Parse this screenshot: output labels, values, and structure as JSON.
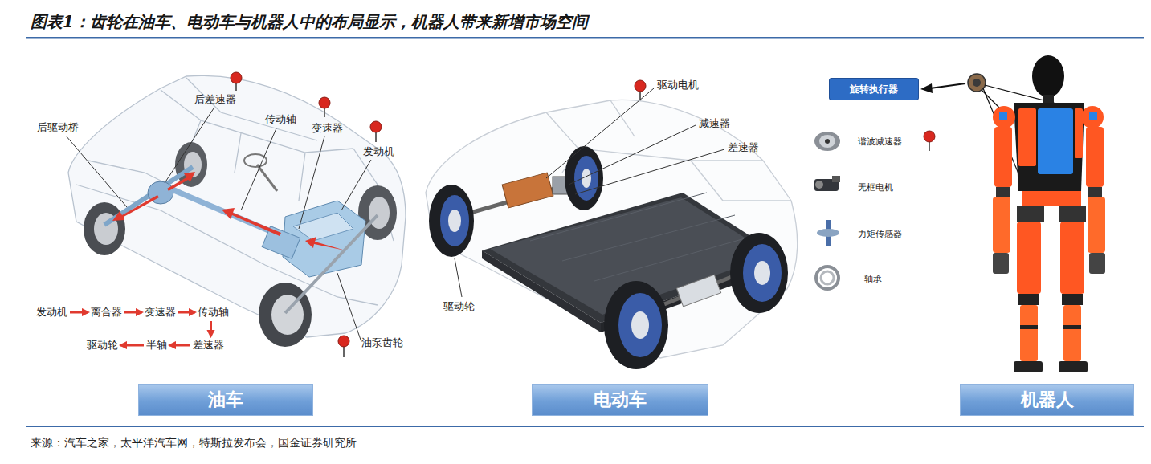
{
  "diagram": {
    "title": "图表1：齿轮在油车、电动车与机器人中的布局显示，机器人带来新增市场空间",
    "caption": "来源：汽车之家，太平洋汽车网，特斯拉发布会，国金证券研究所",
    "nodes": [
      {
        "text": [
          "发动机"
        ]
      },
      {
        "text": [
          "离合器"
        ]
      },
      {
        "text": [
          "变速器"
        ]
      },
      {
        "text": [
          "传动轴"
        ]
      },
      {
        "text": [
          "驱动轮"
        ]
      },
      {
        "text": [
          "半轴"
        ]
      },
      {
        "text": [
          "差速器"
        ]
      },
      {
        "text": [
          "旋转执行器"
        ]
      },
      {
        "text": [
          "油车"
        ]
      },
      {
        "text": [
          "电动车"
        ]
      },
      {
        "text": [
          "机器人"
        ]
      }
    ],
    "edges": [
      {
        "from": 0,
        "to": 1,
        "arrow": "to"
      },
      {
        "from": 1,
        "to": 2,
        "arrow": "to"
      },
      {
        "from": 2,
        "to": 3,
        "arrow": "to"
      },
      {
        "from": 3,
        "to": 6,
        "arrow": "to"
      },
      {
        "from": 6,
        "to": 5,
        "arrow": "to"
      },
      {
        "from": 5,
        "to": 4,
        "arrow": "to"
      }
    ],
    "labels": [
      "后差速器",
      "传动轴",
      "变速器",
      "发动机",
      "后驱动桥",
      "油泵齿轮",
      "驱动电机",
      "减速器",
      "差速器",
      "驱动轮",
      "谐波减速器",
      "无框电机",
      "力矩传感器",
      "轴承"
    ]
  }
}
